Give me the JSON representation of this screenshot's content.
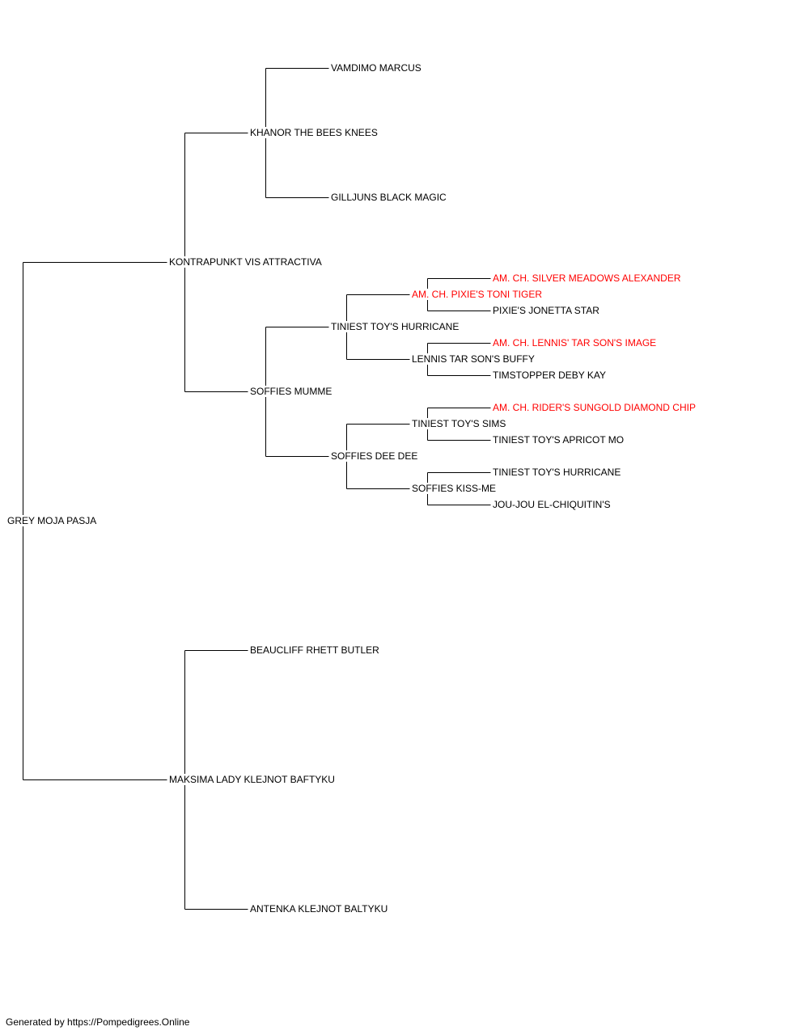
{
  "colors": {
    "line": "#000000",
    "text": "#000000",
    "champion": "#ff0000"
  },
  "footer": "Generated by https://Pompedigrees.Online",
  "pedigree": {
    "name": "GREY MOJA PASJA",
    "sire": {
      "name": "KONTRAPUNKT VIS ATTRACTIVA",
      "sire": {
        "name": "KHANOR THE BEES KNEES",
        "sire": {
          "name": "VAMDIMO MARCUS"
        },
        "dam": {
          "name": "GILLJUNS BLACK MAGIC"
        }
      },
      "dam": {
        "name": "SOFFIES MUMME",
        "sire": {
          "name": "TINIEST TOY'S HURRICANE",
          "sire": {
            "name": "AM. CH. PIXIE'S TONI TIGER",
            "champion": true,
            "sire": {
              "name": "AM. CH. SILVER MEADOWS ALEXANDER",
              "champion": true
            },
            "dam": {
              "name": "PIXIE'S JONETTA STAR"
            }
          },
          "dam": {
            "name": "LENNIS TAR SON'S BUFFY",
            "sire": {
              "name": "AM. CH. LENNIS' TAR SON'S IMAGE",
              "champion": true
            },
            "dam": {
              "name": "TIMSTOPPER DEBY KAY"
            }
          }
        },
        "dam": {
          "name": "SOFFIES DEE DEE",
          "sire": {
            "name": "TINIEST TOY'S SIMS",
            "sire": {
              "name": "AM. CH. RIDER'S SUNGOLD DIAMOND CHIP",
              "champion": true
            },
            "dam": {
              "name": "TINIEST TOY'S APRICOT MO"
            }
          },
          "dam": {
            "name": "SOFFIES KISS-ME",
            "sire": {
              "name": "TINIEST TOY'S HURRICANE"
            },
            "dam": {
              "name": "JOU-JOU EL-CHIQUITIN'S"
            }
          }
        }
      }
    },
    "dam": {
      "name": "MAKSIMA LADY KLEJNOT BAFTYKU",
      "sire": {
        "name": "BEAUCLIFF RHETT BUTLER"
      },
      "dam": {
        "name": "ANTENKA KLEJNOT BALTYKU"
      }
    }
  }
}
